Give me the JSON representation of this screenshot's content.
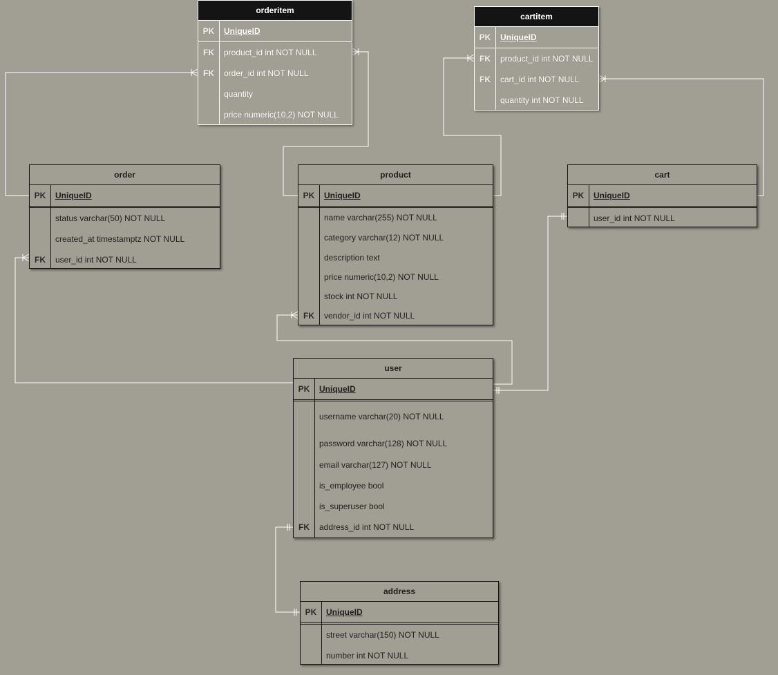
{
  "tables": {
    "orderitem": {
      "name": "orderitem",
      "rows": [
        {
          "key": "PK",
          "field": "UniqueID"
        },
        {
          "key": "FK",
          "field": "product_id int NOT NULL"
        },
        {
          "key": "FK",
          "field": "order_id int NOT NULL"
        },
        {
          "key": "",
          "field": "quantity"
        },
        {
          "key": "",
          "field": "price numeric(10,2) NOT NULL"
        }
      ]
    },
    "cartitem": {
      "name": "cartitem",
      "rows": [
        {
          "key": "PK",
          "field": "UniqueID"
        },
        {
          "key": "FK",
          "field": "product_id int NOT NULL"
        },
        {
          "key": "FK",
          "field": "cart_id int NOT NULL"
        },
        {
          "key": "",
          "field": "quantity  int NOT NULL"
        }
      ]
    },
    "order": {
      "name": "order",
      "rows": [
        {
          "key": "PK",
          "field": "UniqueID"
        },
        {
          "key": "",
          "field": "status varchar(50) NOT NULL"
        },
        {
          "key": "",
          "field": "created_at timestamptz NOT NULL"
        },
        {
          "key": "FK",
          "field": "user_id int NOT NULL"
        }
      ]
    },
    "product": {
      "name": "product",
      "rows": [
        {
          "key": "PK",
          "field": "UniqueID"
        },
        {
          "key": "",
          "field": "name varchar(255) NOT NULL"
        },
        {
          "key": "",
          "field": "category varchar(12) NOT NULL"
        },
        {
          "key": "",
          "field": "description  text"
        },
        {
          "key": "",
          "field": "price  numeric(10,2) NOT NULL"
        },
        {
          "key": "",
          "field": "stock int NOT NULL"
        },
        {
          "key": "FK",
          "field": "vendor_id int NOT NULL"
        }
      ]
    },
    "cart": {
      "name": "cart",
      "rows": [
        {
          "key": "PK",
          "field": "UniqueID"
        },
        {
          "key": "",
          "field": "user_id int NOT NULL"
        }
      ]
    },
    "user": {
      "name": "user",
      "rows": [
        {
          "key": "PK",
          "field": "UniqueID"
        },
        {
          "key": "",
          "field": "username varchar(20) NOT NULL"
        },
        {
          "key": "",
          "field": "password varchar(128) NOT NULL"
        },
        {
          "key": "",
          "field": "email varchar(127) NOT NULL"
        },
        {
          "key": "",
          "field": "is_employee bool"
        },
        {
          "key": "",
          "field": "is_superuser bool"
        },
        {
          "key": "FK",
          "field": "address_id int NOT NULL"
        }
      ]
    },
    "address": {
      "name": "address",
      "rows": [
        {
          "key": "PK",
          "field": "UniqueID"
        },
        {
          "key": "",
          "field": "street  varchar(150) NOT NULL"
        },
        {
          "key": "",
          "field": "number int NOT NULL"
        }
      ]
    }
  },
  "relationships": [
    {
      "from": "orderitem.product_id",
      "to": "product.UniqueID",
      "from_end": "many",
      "to_end": "none"
    },
    {
      "from": "orderitem.order_id",
      "to": "order.UniqueID",
      "from_end": "many",
      "to_end": "none"
    },
    {
      "from": "cartitem.product_id",
      "to": "product.UniqueID",
      "from_end": "many",
      "to_end": "none"
    },
    {
      "from": "cartitem.cart_id",
      "to": "cart.UniqueID",
      "from_end": "many",
      "to_end": "none"
    },
    {
      "from": "order.user_id",
      "to": "user.UniqueID",
      "from_end": "many",
      "to_end": "none"
    },
    {
      "from": "product.vendor_id",
      "to": "user.UniqueID",
      "from_end": "many",
      "to_end": "none"
    },
    {
      "from": "cart.user_id",
      "to": "user.UniqueID",
      "from_end": "one",
      "to_end": "one"
    },
    {
      "from": "user.address_id",
      "to": "address.UniqueID",
      "from_end": "one",
      "to_end": "one"
    }
  ]
}
